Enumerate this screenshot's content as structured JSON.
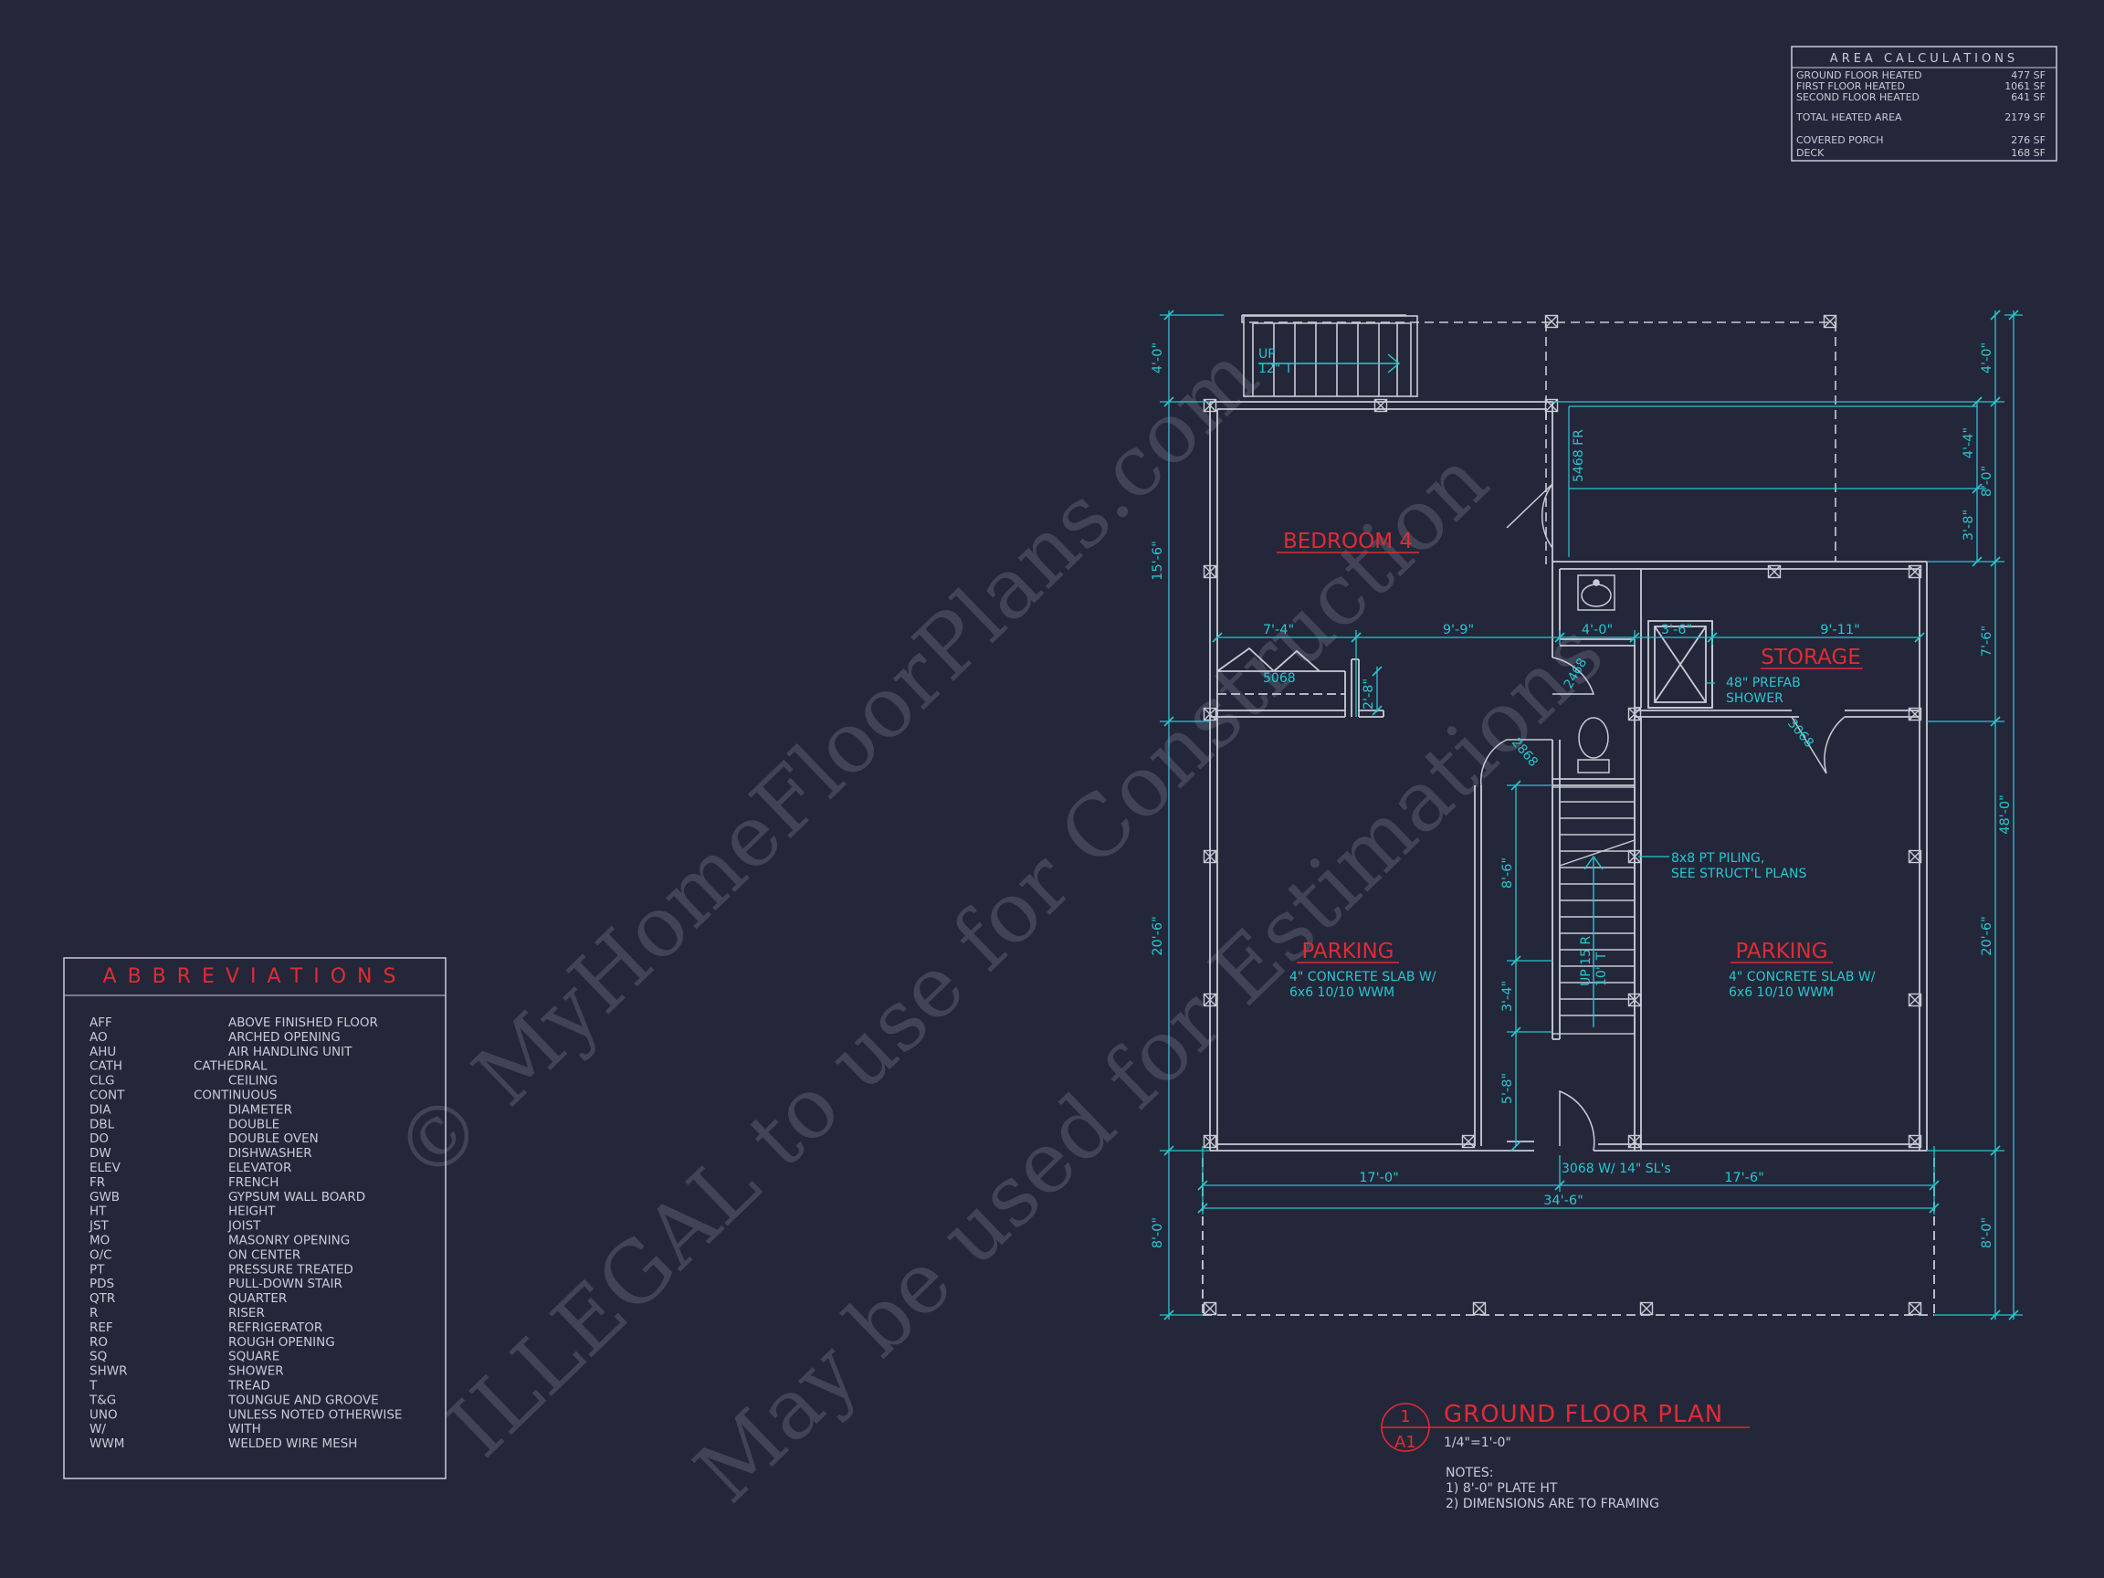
{
  "area_calc": {
    "title": "AREA CALCULATIONS",
    "rows": [
      {
        "label": "GROUND FLOOR HEATED",
        "value": "477 SF"
      },
      {
        "label": "FIRST FLOOR HEATED",
        "value": "1061 SF"
      },
      {
        "label": "SECOND FLOOR HEATED",
        "value": "641 SF"
      },
      {
        "label": "TOTAL HEATED AREA",
        "value": "2179 SF"
      },
      {
        "label": "COVERED PORCH",
        "value": "276 SF"
      },
      {
        "label": "DECK",
        "value": "168 SF"
      }
    ]
  },
  "abbreviations": {
    "title": "ABBREVIATIONS",
    "items": [
      {
        "abbr": "AFF",
        "meaning": "ABOVE FINISHED FLOOR"
      },
      {
        "abbr": "AO",
        "meaning": "ARCHED OPENING"
      },
      {
        "abbr": "AHU",
        "meaning": "AIR HANDLING UNIT"
      },
      {
        "abbr": "CATH",
        "meaning": "CATHEDRAL"
      },
      {
        "abbr": "CLG",
        "meaning": "CEILING"
      },
      {
        "abbr": "CONT",
        "meaning": "CONTINUOUS"
      },
      {
        "abbr": "DIA",
        "meaning": "DIAMETER"
      },
      {
        "abbr": "DBL",
        "meaning": "DOUBLE"
      },
      {
        "abbr": "DO",
        "meaning": "DOUBLE OVEN"
      },
      {
        "abbr": "DW",
        "meaning": "DISHWASHER"
      },
      {
        "abbr": "ELEV",
        "meaning": "ELEVATOR"
      },
      {
        "abbr": "FR",
        "meaning": "FRENCH"
      },
      {
        "abbr": "GWB",
        "meaning": "GYPSUM WALL BOARD"
      },
      {
        "abbr": "HT",
        "meaning": "HEIGHT"
      },
      {
        "abbr": "JST",
        "meaning": "JOIST"
      },
      {
        "abbr": "MO",
        "meaning": "MASONRY OPENING"
      },
      {
        "abbr": "O/C",
        "meaning": "ON CENTER"
      },
      {
        "abbr": "PT",
        "meaning": "PRESSURE TREATED"
      },
      {
        "abbr": "PDS",
        "meaning": "PULL-DOWN STAIR"
      },
      {
        "abbr": "QTR",
        "meaning": "QUARTER"
      },
      {
        "abbr": "R",
        "meaning": "RISER"
      },
      {
        "abbr": "REF",
        "meaning": "REFRIGERATOR"
      },
      {
        "abbr": "RO",
        "meaning": "ROUGH OPENING"
      },
      {
        "abbr": "SQ",
        "meaning": "SQUARE"
      },
      {
        "abbr": "SHWR",
        "meaning": "SHOWER"
      },
      {
        "abbr": "T",
        "meaning": "TREAD"
      },
      {
        "abbr": "T&G",
        "meaning": "TOUNGUE AND GROOVE"
      },
      {
        "abbr": "UNO",
        "meaning": "UNLESS NOTED OTHERWISE"
      },
      {
        "abbr": "W/",
        "meaning": "WITH"
      },
      {
        "abbr": "WWM",
        "meaning": "WELDED WIRE MESH"
      }
    ]
  },
  "plan": {
    "rooms": {
      "bedroom": "BEDROOM 4",
      "storage": "STORAGE",
      "parking_left": "PARKING",
      "parking_right": "PARKING",
      "slab_note_1": "4\" CONCRETE SLAB W/",
      "slab_note_2": "6x6 10/10 WWM"
    },
    "labels": {
      "stair_up_top_1": "UP",
      "stair_up_top_2": "12\" T",
      "door_5468": "5468 FR",
      "door_2468": "2468",
      "door_2868": "2868",
      "door_3068": "3068",
      "window_5068": "5068",
      "shower_1": "48\" PREFAB",
      "shower_2": "SHOWER",
      "piling_1": "8x8 PT PILING,",
      "piling_2": "SEE STRUCT'L PLANS",
      "stair_up_mid_1": "UP 15 R",
      "stair_up_mid_2": "10\" T",
      "entry_door": "3068 W/ 14\" SL's"
    },
    "dims": {
      "left_4_0": "4'-0\"",
      "left_15_6": "15'-6\"",
      "left_20_6": "20'-6\"",
      "left_8_0": "8'-0\"",
      "right_4_0": "4'-0\"",
      "right_8_0": "8'-0\"",
      "right_7_6": "7'-6\"",
      "right_20_6": "20'-6\"",
      "right_8_0b": "8'-0\"",
      "right_48_0": "48'-0\"",
      "porch_4_4": "4'-4\"",
      "porch_3_8": "3'-8\"",
      "h_7_4": "7'-4\"",
      "h_9_9": "9'-9\"",
      "h_4_0": "4'-0\"",
      "h_3_6": "3'-6\"",
      "h_9_11": "9'-11\"",
      "v_2_8": "2'-8\"",
      "v_8_6": "8'-6\"",
      "v_3_4": "3'-4\"",
      "v_5_8": "5'-8\"",
      "b_17_0": "17'-0\"",
      "b_17_6": "17'-6\"",
      "b_34_6": "34'-6\""
    }
  },
  "title_block": {
    "number": "1",
    "sheet": "A1",
    "title": "GROUND FLOOR PLAN",
    "scale": "1/4\"=1'-0\"",
    "notes_heading": "NOTES:",
    "note_1": "1) 8'-0\" PLATE HT",
    "note_2": "2) DIMENSIONS ARE TO FRAMING"
  },
  "watermark": {
    "line_1": "© MyHomeFloorPlans.com",
    "line_2": "ILLEGAL to use for Construction",
    "line_3": "May be used for Estimations"
  },
  "colors": {
    "background": "#232739",
    "line": "#c9ccd6",
    "dim": "#29c6cf",
    "red": "#e02b35"
  }
}
